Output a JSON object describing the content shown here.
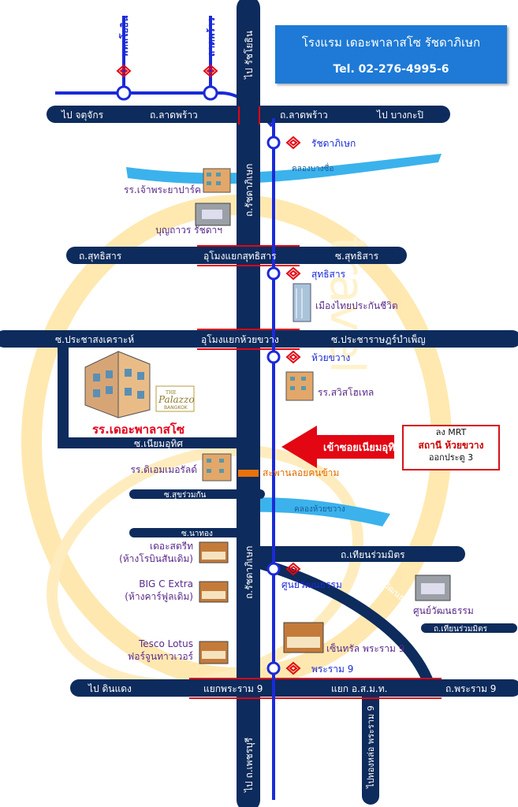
{
  "header": {
    "title": "โรงแรม เดอะพาลาสโซ รัชดาภิเษก",
    "phone": "Tel. 02-276-4995-6"
  },
  "colors": {
    "road": "#0d2b5c",
    "mrt_line": "#1a2ad8",
    "canal": "#3bb2ec",
    "red": "#e30613",
    "accent_text": "#5a2a8a",
    "hotel_label": "#e4001a"
  },
  "vertical_labels": {
    "phahon": "พหลโยธิน",
    "latphrao_top": "ลาดพร้าว",
    "to_ratchayothin": "ไป รัชโยธิน",
    "ratchada_upper": "ถ.รัชดาภิเษก",
    "ratchada_lower": "ถ.รัชดาภิเษก",
    "phetchaburi": "ไป ถ.เพชรบุรี",
    "soi9": "ไปทองหล่อ พระราม 9"
  },
  "roads": {
    "latphrao_left": "ไป จตุจักร",
    "latphrao_mid": "ถ.ลาดพร้าว",
    "latphrao_right": "ถ.ลาดพร้าว",
    "latphrao_far": "ไป บางกะปิ",
    "sutthisan_left": "ถ.สุทธิสาร",
    "sutthisan_tunnel": "อุโมงแยกสุทธิสาร",
    "sutthisan_right": "ซ.สุทธิสาร",
    "pracha_left": "ซ.ประชาสงเคราะห์",
    "huaikhwang_tunnel": "อุโมงแยกห้วยขวาง",
    "pracha_right": "ซ.ประชาราษฎร์บำเพ็ญ",
    "nianuthit": "ซ.เนียมอุทิศ",
    "sukruamkan": "ซ.สุขร่วมกัน",
    "nathong": "ซ.นาทอง",
    "thianruammit": "ถ.เทียนร่วมมิตร",
    "watthanatham": "ถ.วัฒนธรรม",
    "thianruammit2": "ถ.เทียนร่วมมิตร",
    "rama9_left": "ไป ดินแดง",
    "rama9_junction": "แยกพระราม 9",
    "rama9_osmt": "แยก อ.ส.ม.ท.",
    "rama9_right": "ถ.พระราม 9"
  },
  "canals": {
    "bangsue": "คลองบางซื่อ",
    "huaikhwang": "คลองห้วยขวาง"
  },
  "stations": {
    "ratchada": "รัชดาภิเษก",
    "sutthisan": "สุทธิสาร",
    "huaikhwang": "ห้วยขวาง",
    "culture": "ศูนย์วัฒนธรรม",
    "rama9": "พระราม 9"
  },
  "places": {
    "chaophraya": "รร.เจ้าพระยาปาร์ค",
    "bunthawon": "บุญถาวร รัชดาฯ",
    "muangthai": "เมืองไทยประกันชีวิต",
    "swissotel": "รร.สวิสโฮเทล",
    "hotel": "รร.เดอะพาลาสโซ",
    "palazzo_logo": "Palazzo",
    "palazzo_the": "THE",
    "palazzo_bangkok": "BANGKOK",
    "diamond": "รร.ดิเอมเมอรัลด์",
    "footbridge": "สะพานลอยคนข้าม",
    "thestreet_1": "เดอะสตรีท",
    "thestreet_2": "(ห้างโรบินสันเดิม)",
    "bigc_1": "BIG C Extra",
    "bigc_2": "(ห้างคาร์ฟูลเดิม)",
    "tesco_1": "Tesco Lotus",
    "tesco_2": "ฟอร์จูนทาวเวอร์",
    "central": "เซ็นทรัล พระราม 9",
    "culture_center": "ศูนย์วัฒนธรรม"
  },
  "direction": {
    "arrow_text": "เข้าซอยเนียมอุทิศ",
    "note_line1": "ลง MRT",
    "note_line2": "สถานี ห้วยขวาง",
    "note_line3": "ออกประตู 3"
  },
  "watermark": "travel"
}
